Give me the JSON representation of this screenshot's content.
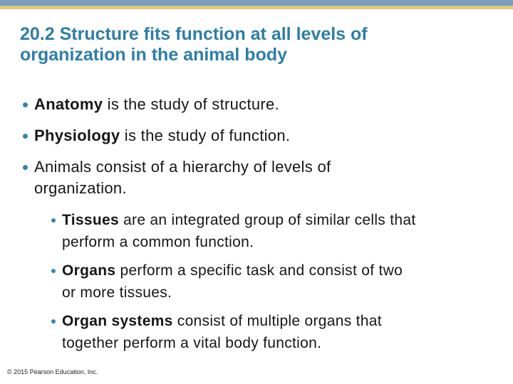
{
  "slide": {
    "decor": {
      "bar_blue_color": "#7C9FC0",
      "bar_yellow_color": "#E2C878"
    },
    "title": {
      "line1": "20.2 Structure fits function at all levels of",
      "line2": "organization in the animal body",
      "color": "#2E7EA6"
    },
    "body": {
      "text_color": "#161616",
      "bullet_dot_color": "#3585A8",
      "bullets": [
        {
          "level": 1,
          "bold": "Anatomy",
          "rest": " is the study of structure.",
          "line2": ""
        },
        {
          "level": 1,
          "bold": "Physiology",
          "rest": " is the study of function.",
          "line2": ""
        },
        {
          "level": 1,
          "bold": "",
          "rest": "Animals consist of a hierarchy of levels of",
          "line2": "organization."
        },
        {
          "level": 2,
          "bold": "Tissues",
          "rest": " are an integrated group of similar cells that",
          "line2": "perform a common function."
        },
        {
          "level": 2,
          "bold": "Organs",
          "rest": " perform a specific task and consist of two",
          "line2": "or more tissues."
        },
        {
          "level": 2,
          "bold": "Organ systems",
          "rest": " consist of multiple organs that",
          "line2": "together perform a vital body function."
        }
      ]
    },
    "footer": {
      "copyright": "© 2015 Pearson Education, Inc."
    }
  }
}
